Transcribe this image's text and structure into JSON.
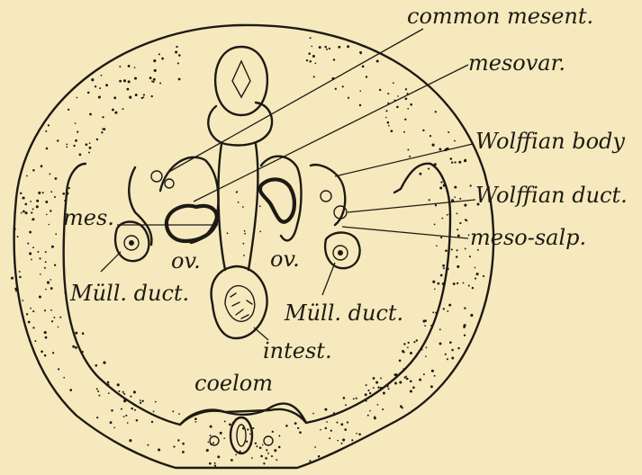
{
  "labels": {
    "common_mesent": "common mesent.",
    "mesovar": "mesovar.",
    "wolffian_body": "Wolffian body",
    "wolffian_duct": "Wolffian duct.",
    "meso_salp": "meso-salp.",
    "mes": "mes.",
    "ov_left": "ov.",
    "ov_right": "ov.",
    "mull_duct_left": "Müll. duct.",
    "mull_duct_right": "Müll. duct.",
    "intest": "intest.",
    "coelom": "coelom"
  },
  "colors": {
    "paper": "#f6e9bd",
    "ink": "#1d1a14"
  }
}
